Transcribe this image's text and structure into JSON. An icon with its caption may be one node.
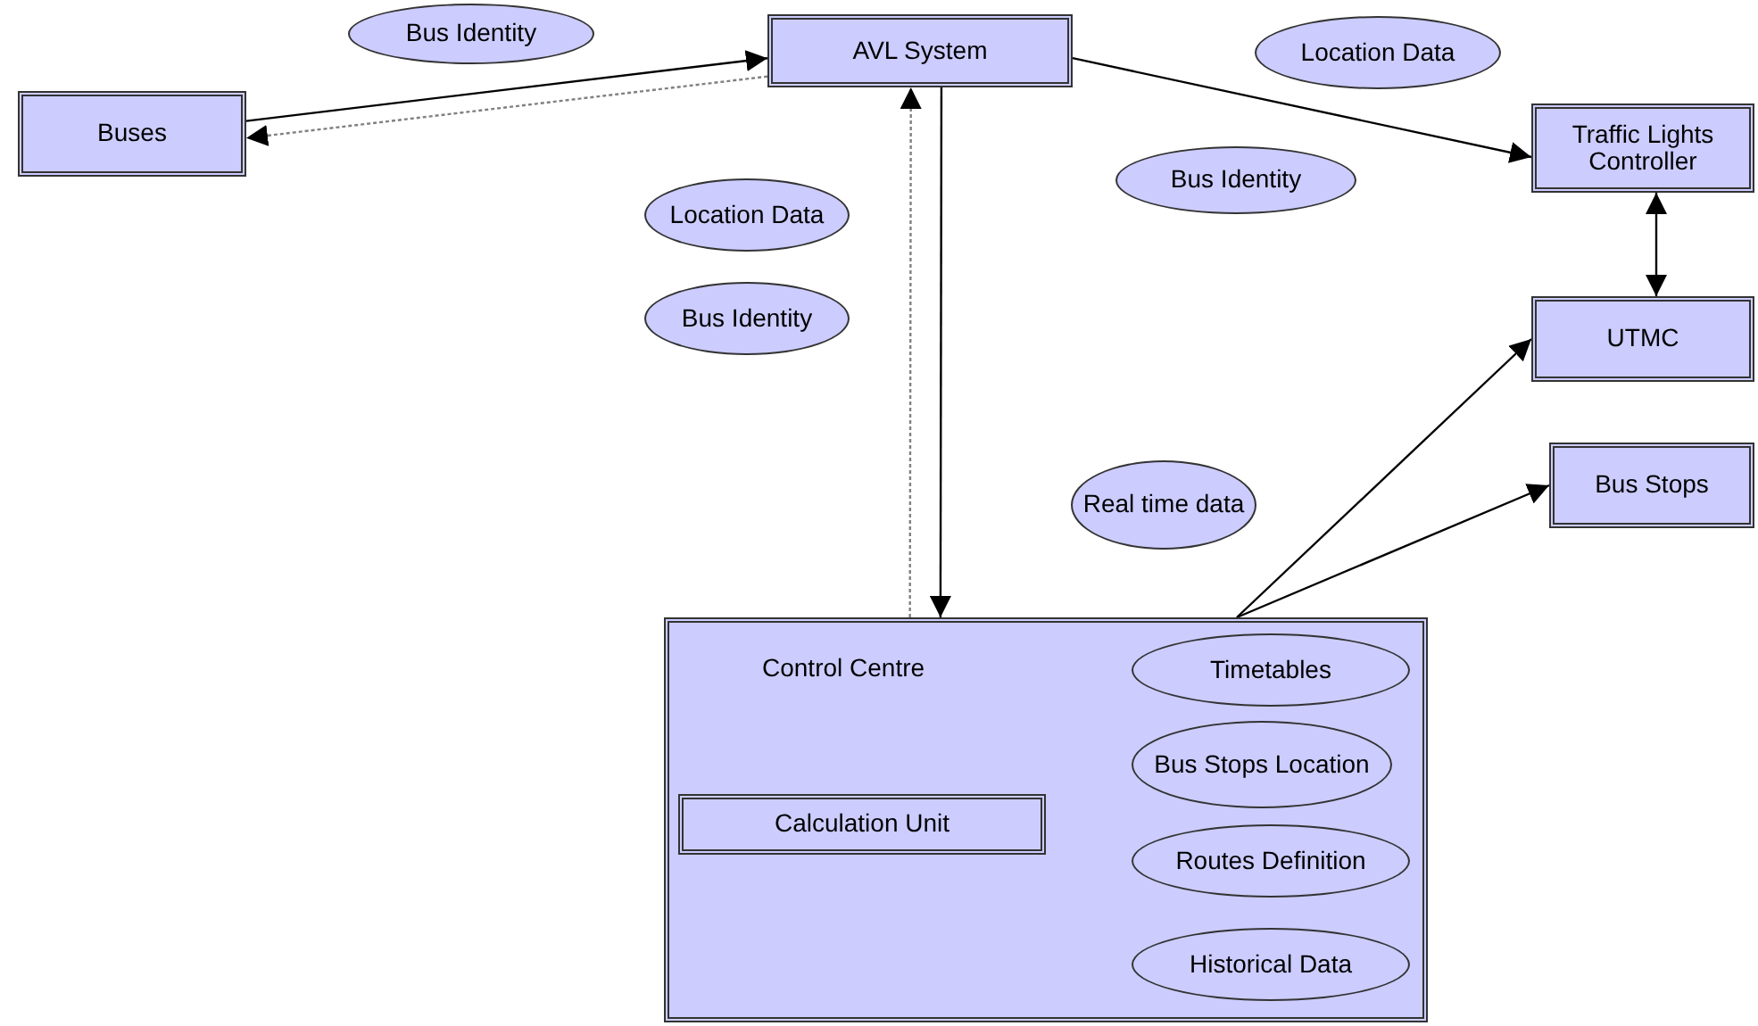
{
  "diagram": {
    "nodes": [
      {
        "text": [
          "Bus Identity"
        ]
      },
      {
        "text": [
          "AVL System"
        ]
      },
      {
        "text": [
          "Location Data"
        ]
      },
      {
        "text": [
          "Buses"
        ]
      },
      {
        "text": [
          "Bus Identity"
        ]
      },
      {
        "text": [
          "Traffic Lights Controller"
        ]
      },
      {
        "text": [
          "Location Data"
        ]
      },
      {
        "text": [
          "Bus Identity"
        ]
      },
      {
        "text": [
          "UTMC"
        ]
      },
      {
        "text": [
          "Real time data"
        ]
      },
      {
        "text": [
          "Bus Stops"
        ]
      },
      {
        "text": [
          "Control Centre"
        ]
      },
      {
        "text": [
          "Calculation Unit"
        ],
        "in": 11
      },
      {
        "text": [
          "Timetables"
        ],
        "in": 11
      },
      {
        "text": [
          "Bus Stops Location"
        ],
        "in": 11
      },
      {
        "text": [
          "Routes Definition"
        ],
        "in": 11
      },
      {
        "text": [
          "Historical Data"
        ],
        "in": 11
      }
    ],
    "edges": [
      {
        "from": 3,
        "to": 1,
        "arrow": "to"
      },
      {
        "from": 1,
        "to": 3,
        "arrow": "to",
        "style": "dashed",
        "color": "#808080"
      },
      {
        "from": 1,
        "to": 5,
        "arrow": "to"
      },
      {
        "from": 5,
        "to": 8,
        "arrow": "both"
      },
      {
        "from": 11,
        "to": 8,
        "arrow": "to"
      },
      {
        "from": 11,
        "to": 10,
        "arrow": "to"
      },
      {
        "from": 11,
        "to": 1,
        "arrow": "to",
        "style": "dashed",
        "color": "#808080"
      },
      {
        "from": 1,
        "to": 11,
        "arrow": "to"
      }
    ]
  }
}
